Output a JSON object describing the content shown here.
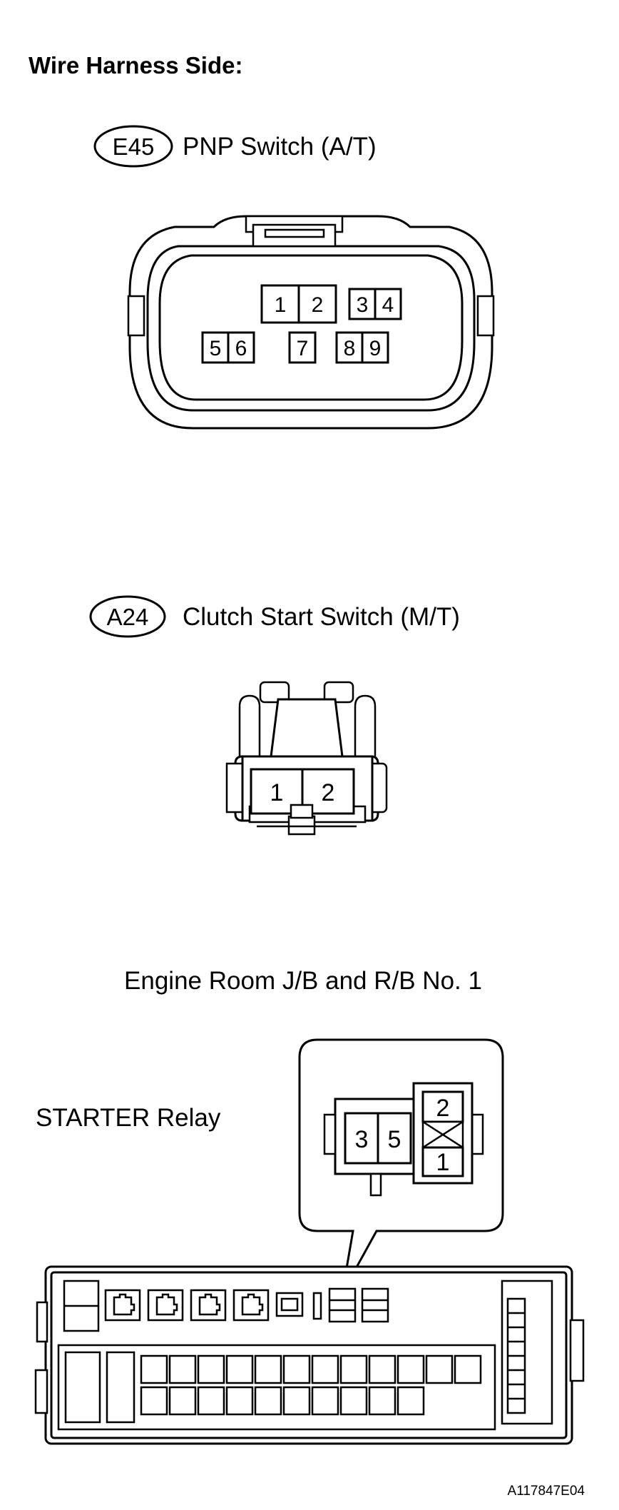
{
  "heading": "Wire Harness Side:",
  "connectors": [
    {
      "code": "E45",
      "name": "PNP Switch (A/T)",
      "pins": [
        "1",
        "2",
        "3",
        "4",
        "5",
        "6",
        "7",
        "8",
        "9"
      ]
    },
    {
      "code": "A24",
      "name": "Clutch Start Switch (M/T)",
      "pins": [
        "1",
        "2"
      ]
    }
  ],
  "junction_block": {
    "title": "Engine Room J/B and R/B No. 1",
    "relay_label": "STARTER Relay",
    "relay_pins": [
      "3",
      "5",
      "2",
      "1"
    ]
  },
  "figure_id": "A117847E04"
}
